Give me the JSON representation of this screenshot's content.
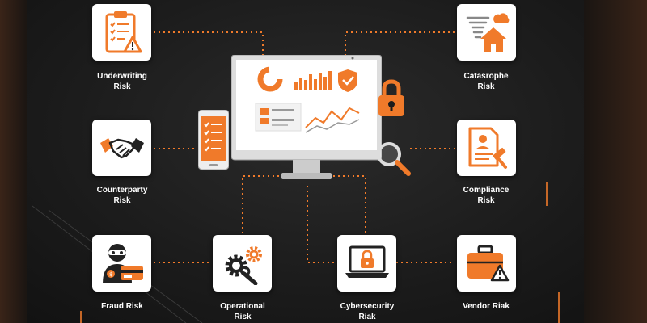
{
  "nodes": [
    {
      "id": "underwriting",
      "label": "Underwriting\nRisk",
      "icon": "clipboard-warning-icon"
    },
    {
      "id": "catastrophe",
      "label": "Catasrophe\nRisk",
      "icon": "tornado-house-icon"
    },
    {
      "id": "counterparty",
      "label": "Counterparty\nRisk",
      "icon": "handshake-icon"
    },
    {
      "id": "compliance",
      "label": "Compliance\nRisk",
      "icon": "document-gavel-icon"
    },
    {
      "id": "fraud",
      "label": "Fraud Risk",
      "icon": "masked-thief-card-icon"
    },
    {
      "id": "operational",
      "label": "Operational\nRisk",
      "icon": "gears-wrench-icon"
    },
    {
      "id": "cybersecurity",
      "label": "Cybersecurity\nRiak",
      "icon": "laptop-lock-icon"
    },
    {
      "id": "vendor",
      "label": "Vendor Riak",
      "icon": "briefcase-warning-icon"
    }
  ],
  "hub": {
    "icons": [
      "monitor-dashboard-icon",
      "smartphone-checklist-icon",
      "padlock-icon",
      "magnifier-icon"
    ]
  },
  "colors": {
    "accent": "#F07A2A",
    "card": "#FFFFFF",
    "background": "#1C1C1C",
    "text": "#FFFFFF"
  }
}
